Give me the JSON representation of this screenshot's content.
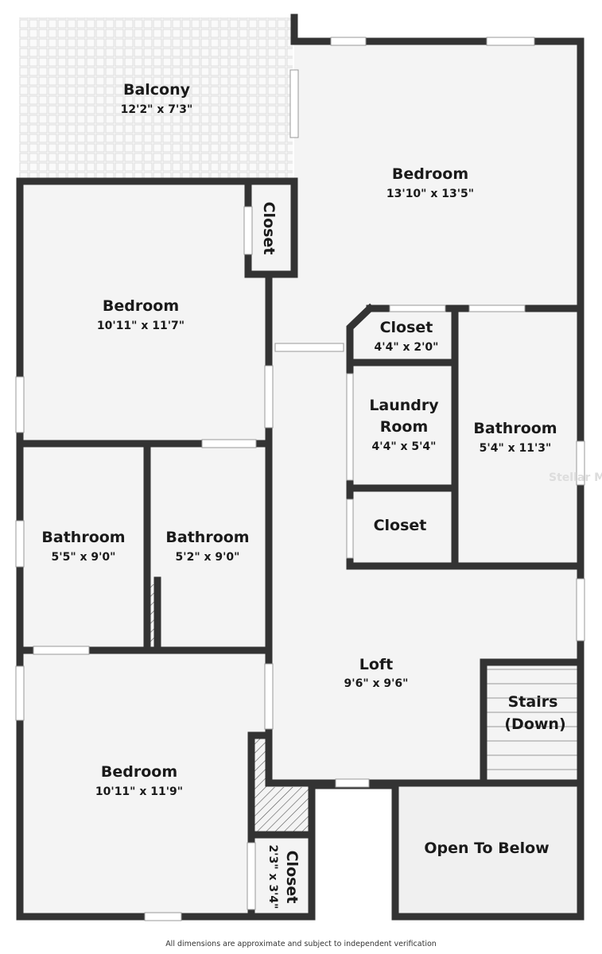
{
  "rooms": [
    {
      "name": "Balcony",
      "dims": "12'2\" x 7'3\""
    },
    {
      "name": "Bedroom",
      "dims": "13'10\" x 13'5\""
    },
    {
      "name": "Closet",
      "dims": ""
    },
    {
      "name": "Bedroom",
      "dims": "10'11\" x 11'7\""
    },
    {
      "name": "Closet",
      "dims": "4'4\" x 2'0\""
    },
    {
      "name": "Laundry",
      "name2": "Room",
      "dims": "4'4\" x 5'4\""
    },
    {
      "name": "Bathroom",
      "dims": "5'4\" x 11'3\""
    },
    {
      "name": "Closet",
      "dims": ""
    },
    {
      "name": "Bathroom",
      "dims": "5'5\" x 9'0\""
    },
    {
      "name": "Bathroom",
      "dims": "5'2\" x 9'0\""
    },
    {
      "name": "Loft",
      "dims": "9'6\" x 9'6\""
    },
    {
      "name": "Stairs",
      "name2": "(Down)",
      "dims": ""
    },
    {
      "name": "Bedroom",
      "dims": "10'11\" x 11'9\""
    },
    {
      "name": "Open To Below",
      "dims": ""
    },
    {
      "name": "Closet",
      "dims": "2'3\" x 3'4\""
    }
  ],
  "watermark": "Stellar MLS",
  "footer": "All dimensions are approximate and subject to independent verification",
  "colors": {
    "wall": "#333333",
    "floor": "#f4f4f4",
    "text": "#1a1a1a"
  }
}
